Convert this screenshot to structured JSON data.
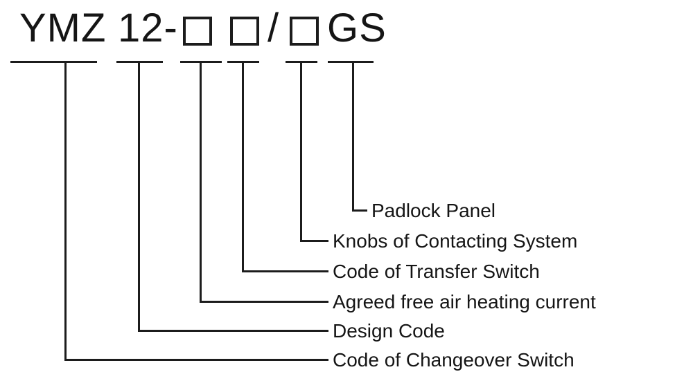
{
  "code": {
    "prefix": "YMZ",
    "design": "12-",
    "slash": "/",
    "suffix": "GS",
    "full_code": "YMZ 12-□ □/□GS"
  },
  "labels": [
    {
      "text": "Padlock Panel"
    },
    {
      "text": "Knobs of Contacting System"
    },
    {
      "text": "Code of Transfer Switch"
    },
    {
      "text": "Agreed free air heating current"
    },
    {
      "text": "Design Code"
    },
    {
      "text": "Code of Changeover Switch"
    }
  ]
}
